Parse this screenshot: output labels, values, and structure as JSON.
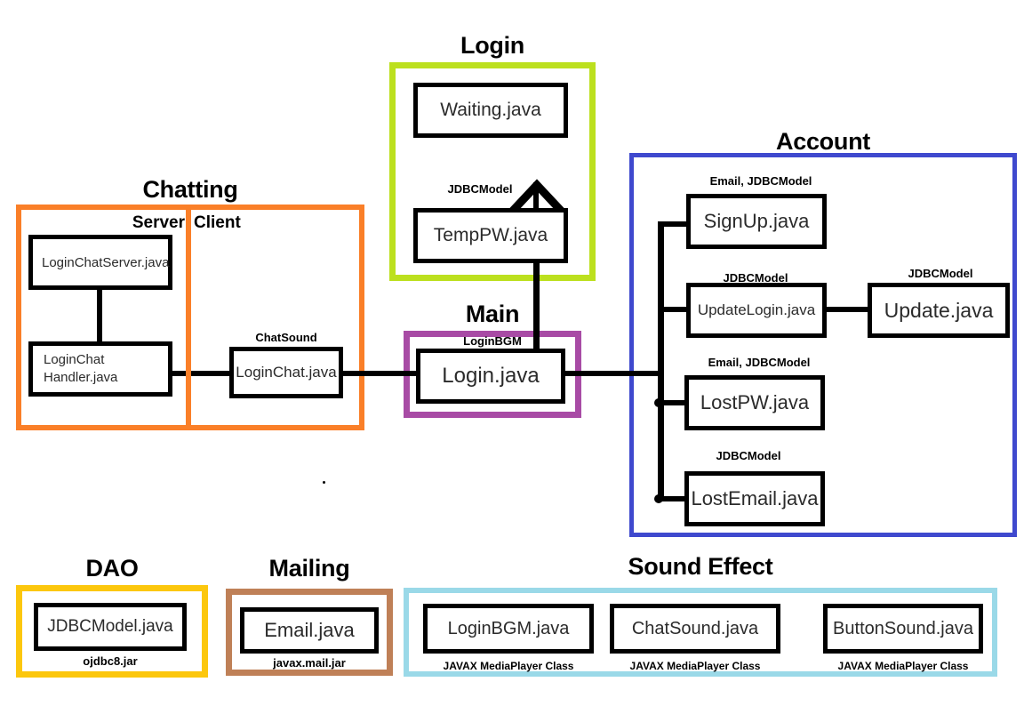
{
  "diagram": {
    "title": "Java Project Package Structure Diagram",
    "colors": {
      "chatting": "#FA7F28",
      "login": "#BCE01E",
      "main": "#A84BA5",
      "account": "#3F49CE",
      "dao": "#FCC70D",
      "mailing": "#BF8057",
      "sound_effect": "#9AD9E8",
      "node_border": "#000000",
      "text": "#2b2b2b"
    }
  },
  "groups": {
    "chatting": {
      "title": "Chatting",
      "sub_labels": {
        "server": "Server",
        "client": "Client"
      },
      "nodes": {
        "login_chat_server": {
          "label": "LoginChatServer.java"
        },
        "login_chat_handler": {
          "line1": "LoginChat",
          "line2": "Handler.java"
        },
        "login_chat": {
          "label": "LoginChat.java",
          "caption": "ChatSound"
        }
      }
    },
    "login": {
      "title": "Login",
      "nodes": {
        "waiting": {
          "label": "Waiting.java"
        },
        "temp_pw": {
          "label": "TempPW.java",
          "caption": "JDBCModel"
        }
      }
    },
    "main": {
      "title": "Main",
      "nodes": {
        "login_main": {
          "label": "Login.java",
          "caption": "LoginBGM"
        }
      }
    },
    "account": {
      "title": "Account",
      "nodes": {
        "signup": {
          "label": "SignUp.java",
          "caption": "Email,  JDBCModel"
        },
        "update_login": {
          "label": "UpdateLogin.java",
          "caption": "JDBCModel"
        },
        "update": {
          "label": "Update.java",
          "caption": "JDBCModel"
        },
        "lost_pw": {
          "label": "LostPW.java",
          "caption": "Email,  JDBCModel"
        },
        "lost_email": {
          "label": "LostEmail.java",
          "caption": "JDBCModel"
        }
      }
    },
    "dao": {
      "title": "DAO",
      "nodes": {
        "jdbc_model": {
          "label": "JDBCModel.java",
          "caption": "ojdbc8.jar"
        }
      }
    },
    "mailing": {
      "title": "Mailing",
      "nodes": {
        "email": {
          "label": "Email.java",
          "caption": "javax.mail.jar"
        }
      }
    },
    "sound_effect": {
      "title": "Sound Effect",
      "nodes": {
        "login_bgm": {
          "label": "LoginBGM.java",
          "caption": "JAVAX MediaPlayer Class"
        },
        "chat_sound": {
          "label": "ChatSound.java",
          "caption": "JAVAX MediaPlayer Class"
        },
        "button_sound": {
          "label": "ButtonSound.java",
          "caption": "JAVAX MediaPlayer Class"
        }
      }
    }
  }
}
